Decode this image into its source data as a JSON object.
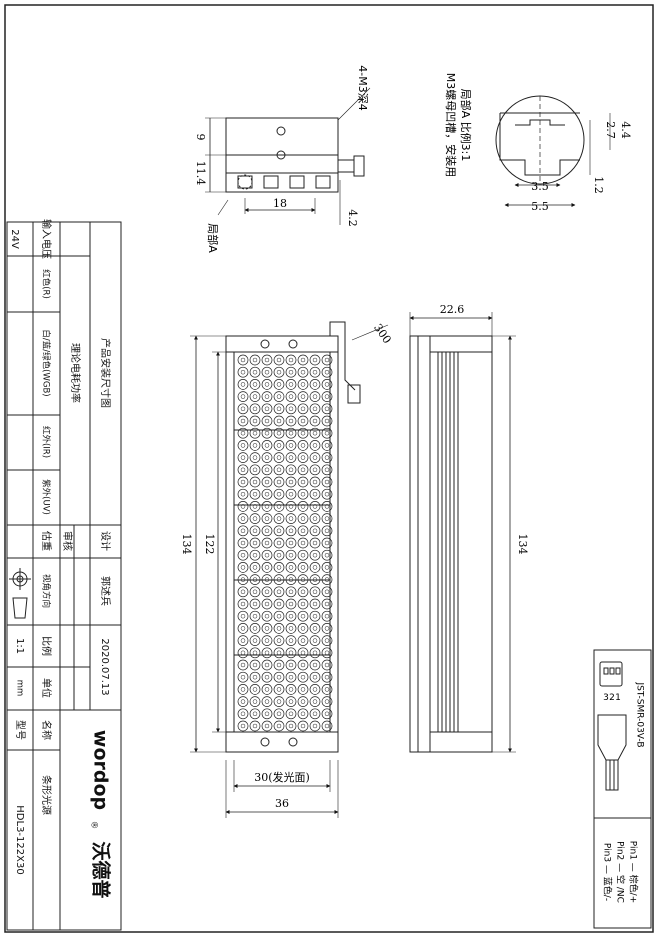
{
  "title_block": {
    "row_24v": "24V",
    "input_voltage": "输入电压",
    "red": "红色(R)",
    "wrgb": "白/蓝/绿色(WGB)",
    "ir": "红外(IR)",
    "uv": "紫外(UV)",
    "weight": "估重",
    "view_direction": "视角方向",
    "ratio_label": "比例",
    "ratio_value": "1:1",
    "unit_label": "单位",
    "unit_value": "mm",
    "model_label": "型号",
    "model_value": "HDL3-122X30",
    "name_label": "名称",
    "name_value": "条形光源",
    "theoretical_power": "理论电耗功率",
    "drawing_title": "产品安装尺寸图",
    "design_label": "设计",
    "review_label": "审核",
    "designer": "郭述兵",
    "date": "2020.07.13",
    "brand_latin": "wordop",
    "brand_registered": "®",
    "brand_cn": "沃德普"
  },
  "dimensions": {
    "top_height_9": "9",
    "top_height_11_4": "11.4",
    "top_pitch_18": "18",
    "top_side_4_2": "4.2",
    "screw_note": "4-M3深4",
    "detail_a_label": "局部A",
    "detail_4_4": "4.4",
    "detail_2_7": "2.7",
    "detail_1_2": "1.2",
    "detail_3_5": "3.5",
    "detail_5_5": "5.5",
    "detail_title": "局部A 比例3:1",
    "detail_note": "M3螺母凹槽，安装用",
    "front_length_134": "134",
    "front_emit_122": "122",
    "cable_300": "300",
    "emit_width": "30(发光面)",
    "total_width": "36",
    "side_width": "22.6",
    "side_length": "134"
  },
  "connector": {
    "model": "JST-SMR-03V-B",
    "pins": [
      "Pin1 — 棕色/+",
      "Pin2 — 空 /NC",
      "Pin3 — 蓝色/-"
    ],
    "pin_numbers": [
      "3",
      "2",
      "1"
    ]
  }
}
